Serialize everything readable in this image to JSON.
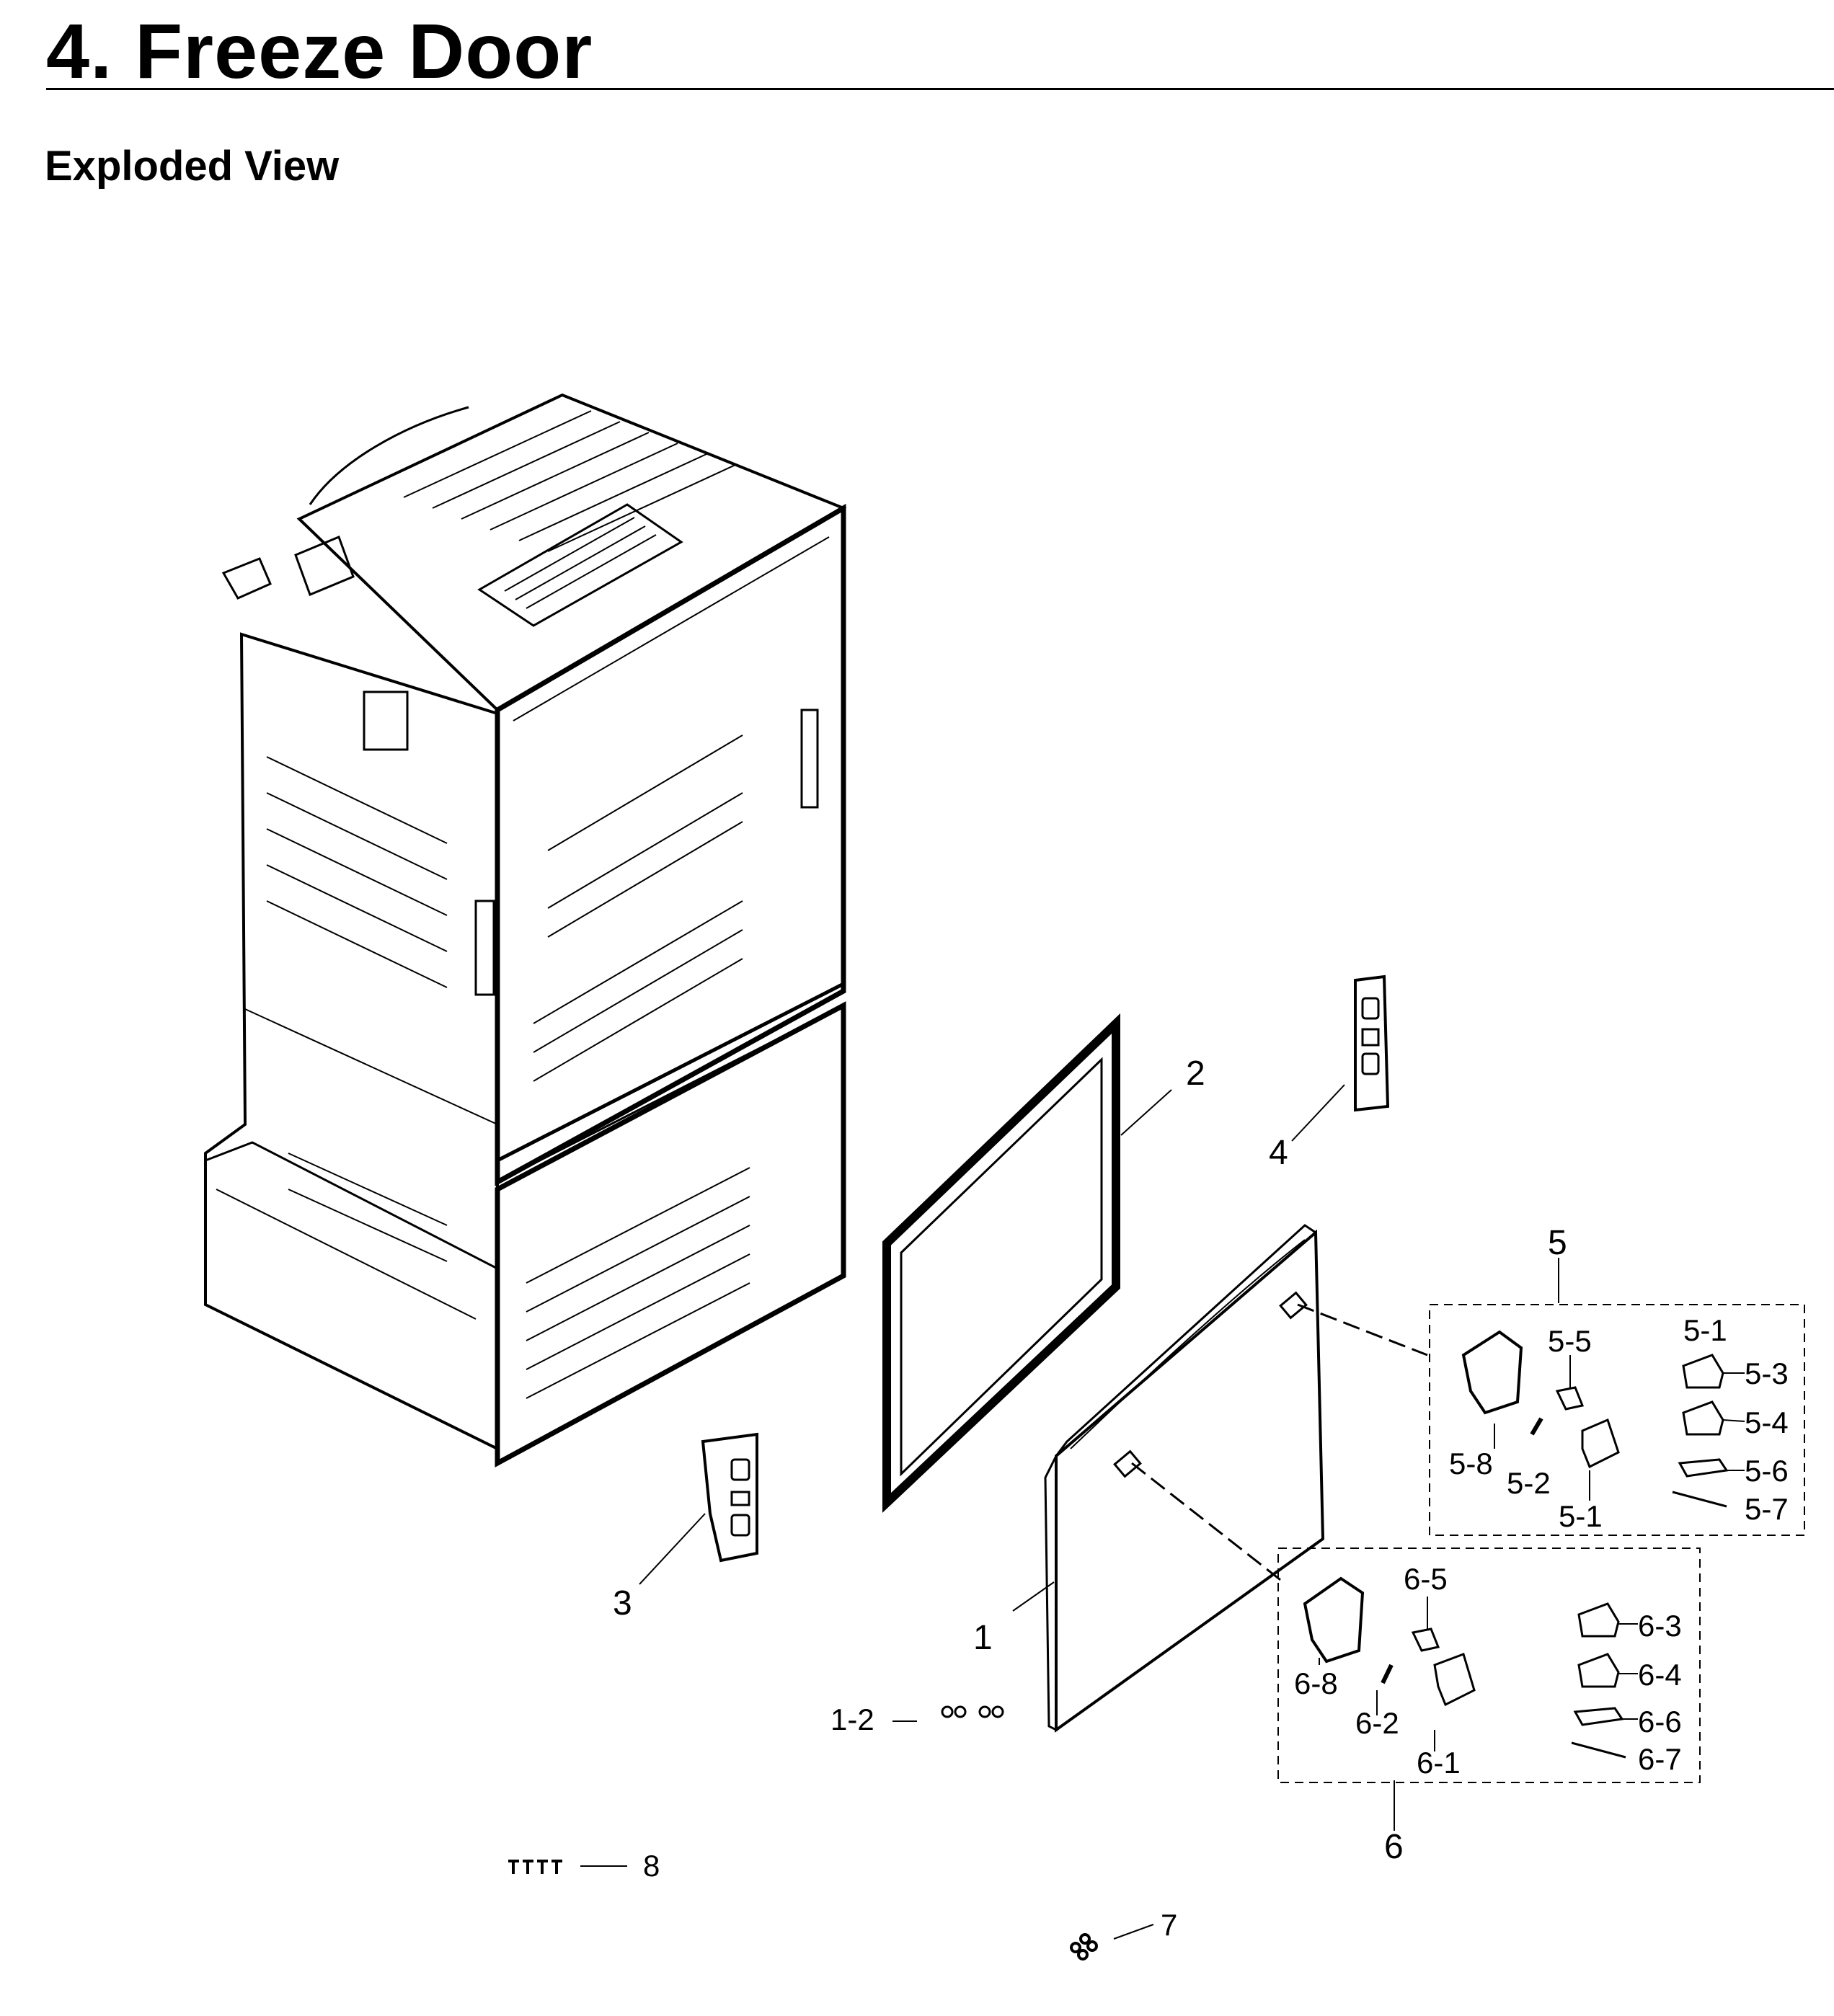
{
  "header": {
    "title": "4.  Freeze Door",
    "subtitle": "Exploded View"
  },
  "parts": {
    "p1": "1",
    "p1_2": "1-2",
    "p2": "2",
    "p3": "3",
    "p4": "4",
    "p5": "5",
    "p5_1a": "5-1",
    "p5_1b": "5-1",
    "p5_2": "5-2",
    "p5_3": "5-3",
    "p5_4": "5-4",
    "p5_5": "5-5",
    "p5_6": "5-6",
    "p5_7": "5-7",
    "p5_8": "5-8",
    "p6": "6",
    "p6_1": "6-1",
    "p6_2": "6-2",
    "p6_3": "6-3",
    "p6_4": "6-4",
    "p6_5": "6-5",
    "p6_6": "6-6",
    "p6_7": "6-7",
    "p6_8": "6-8",
    "p7": "7",
    "p8": "8"
  },
  "colors": {
    "ink": "#000000",
    "paper": "#ffffff"
  }
}
